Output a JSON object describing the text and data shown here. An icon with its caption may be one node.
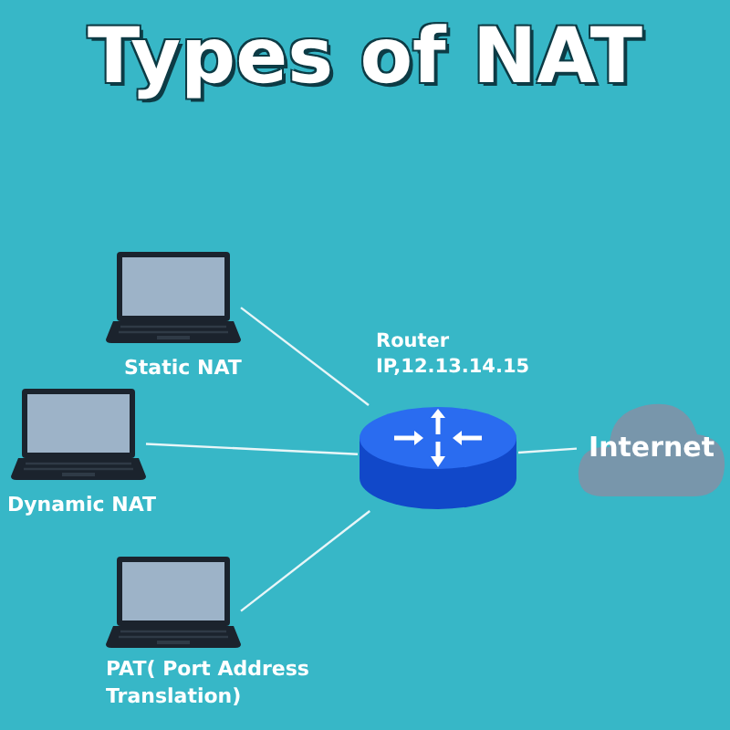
{
  "diagram": {
    "title": "Types of NAT",
    "nodes": [
      {
        "text": [
          "Static NAT"
        ]
      },
      {
        "text": [
          "Dynamic NAT"
        ]
      },
      {
        "text": [
          "PAT( Port Address Translation)"
        ]
      },
      {
        "text": [
          "Router IP,12.13.14.15"
        ]
      },
      {
        "text": [
          "Internet"
        ]
      }
    ],
    "edges": [
      {
        "from": 0,
        "to": 3,
        "arrow": "none"
      },
      {
        "from": 1,
        "to": 3,
        "arrow": "none"
      },
      {
        "from": 2,
        "to": 3,
        "arrow": "none"
      },
      {
        "from": 3,
        "to": 4,
        "arrow": "none"
      }
    ]
  }
}
